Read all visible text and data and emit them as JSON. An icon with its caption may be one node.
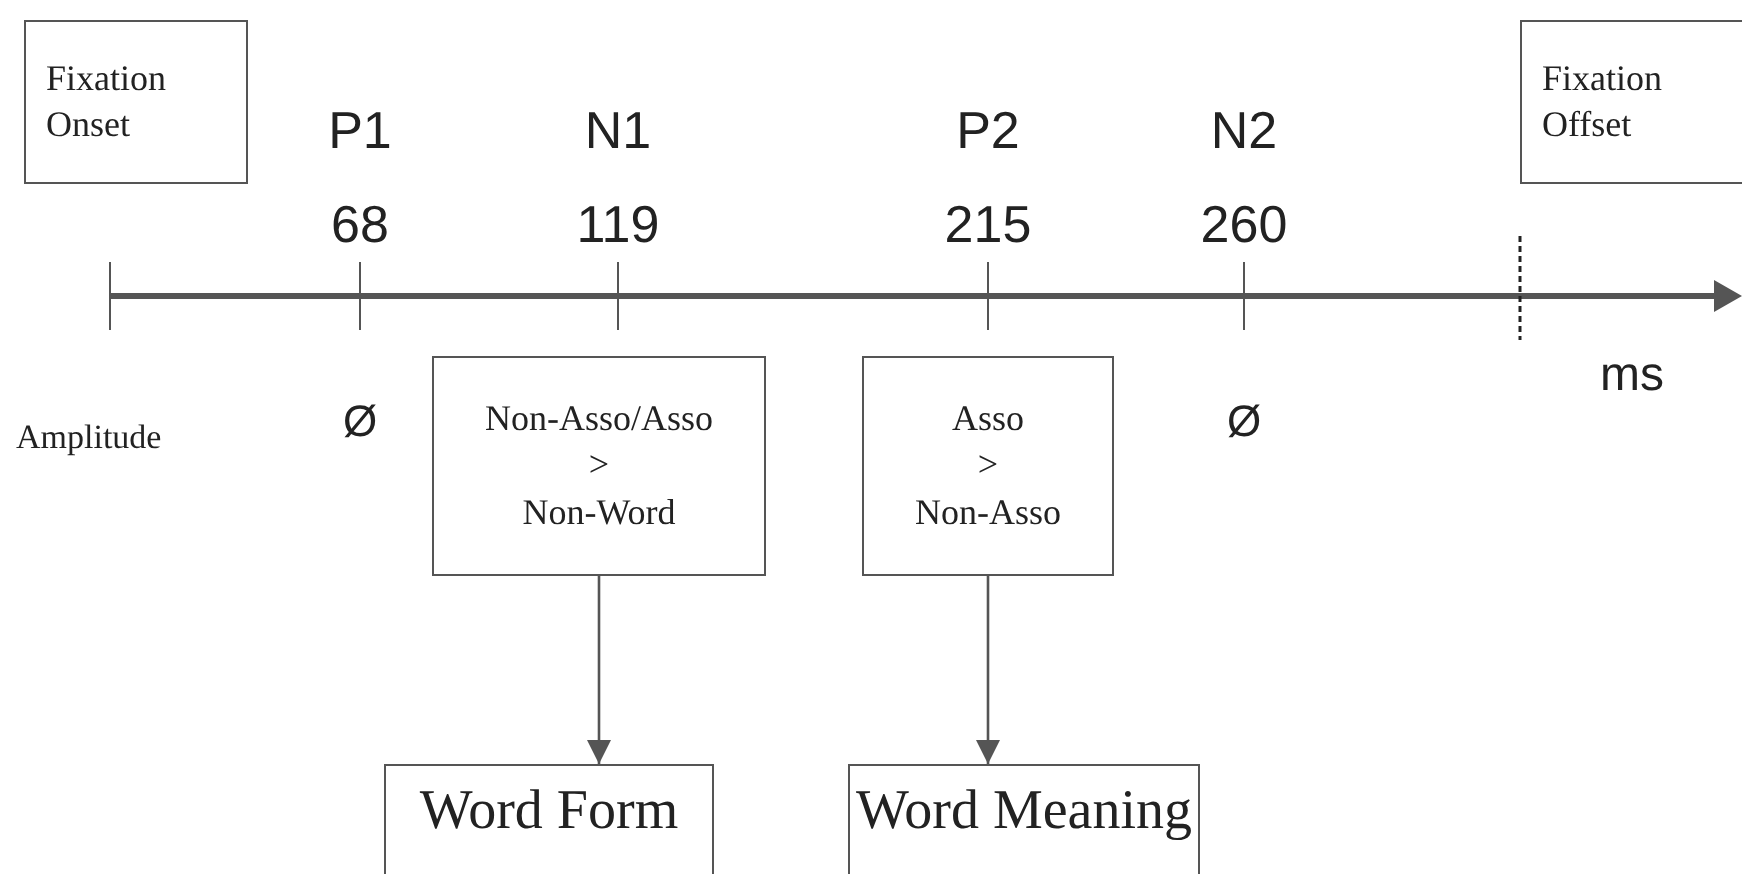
{
  "diagram": {
    "nodes": [
      {
        "text": [
          "Fixation Onset"
        ]
      },
      {
        "text": [
          "Fixation Offset"
        ]
      },
      {
        "text": [
          "Non-Asso/Asso",
          ">",
          "Non-Word"
        ]
      },
      {
        "text": [
          "Asso",
          ">",
          "Non-Asso"
        ]
      },
      {
        "text": [
          "Word Form"
        ]
      },
      {
        "text": [
          "Word Meaning"
        ]
      }
    ],
    "edges": [
      {
        "from": 2,
        "to": 4,
        "arrow": "to"
      },
      {
        "from": 3,
        "to": 5,
        "arrow": "to"
      }
    ],
    "labels": [
      "P1",
      "N1",
      "P2",
      "N2",
      "68",
      "119",
      "215",
      "260",
      "ms",
      "Amplitude",
      "Ø",
      "Ø"
    ]
  }
}
